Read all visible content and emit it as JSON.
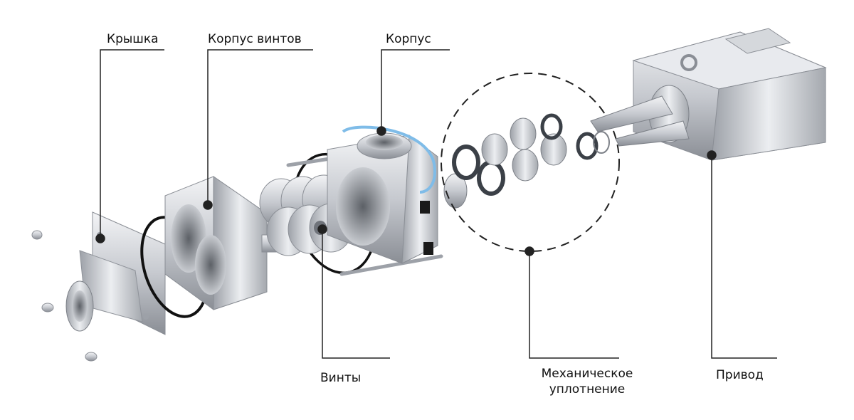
{
  "labels": {
    "cover": "Крышка",
    "rotor_case": "Корпус винтов",
    "housing": "Корпус",
    "rotors": "Винты",
    "mech_seal_line1": "Механическое",
    "mech_seal_line2": "уплотнение",
    "drive": "Привод"
  },
  "colors": {
    "leader": "#222222",
    "metal_light": "#e4e6ea",
    "metal_mid": "#b9bcc2",
    "metal_dark": "#7d8188",
    "gasket": "#111111",
    "tube": "#7fbce8",
    "dashed_circle": "#222222"
  }
}
